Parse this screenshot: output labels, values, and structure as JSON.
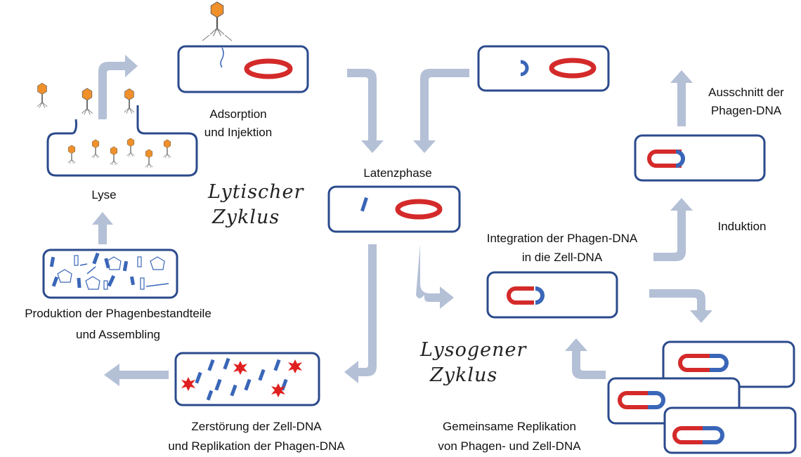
{
  "labels": {
    "adsorption": [
      "Adsorption",
      "und Injektion"
    ],
    "latenzphase": "Latenzphase",
    "lyse": "Lyse",
    "lytischer": [
      "Lytischer",
      "Zyklus"
    ],
    "produktion": [
      "Produktion der Phagenbestandteile",
      "und Assembling"
    ],
    "zerstoerung": [
      "Zerstörung der Zell-DNA",
      "und Replikation der Phagen-DNA"
    ],
    "integration": [
      "Integration der Phagen-DNA",
      "in die Zell-DNA"
    ],
    "induktion": "Induktion",
    "ausschnitt": [
      "Ausschnitt der",
      "Phagen-DNA"
    ],
    "lysogener": [
      "Lysogener",
      "Zyklus"
    ],
    "gemeinsame": [
      "Gemeinsame Replikation",
      "von Phagen- und Zell-DNA"
    ]
  },
  "colors": {
    "cell_border": "#2b4a8c",
    "arrow": "#b4c0d6",
    "bacterial_dna": "#d42a2a",
    "phage_dna": "#3a66b8",
    "phage_head": "#f0902a"
  }
}
